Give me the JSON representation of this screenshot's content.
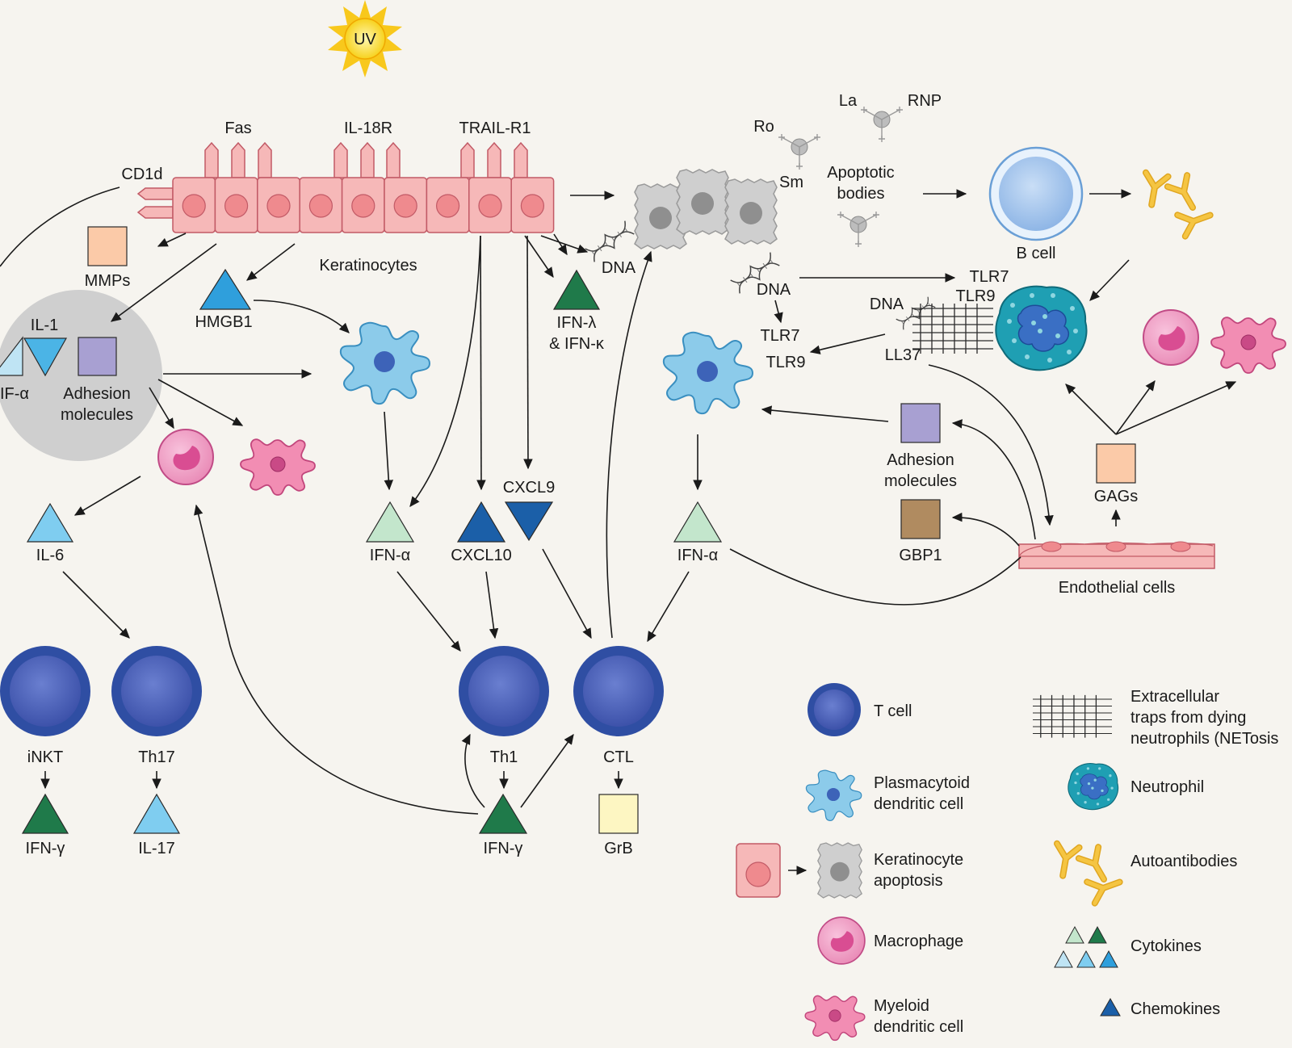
{
  "colors": {
    "background": "#f6f4ef",
    "keratinocyte_fill": "#f6b8b8",
    "keratinocyte_nucleus": "#ef8a8e",
    "apoptotic_fill": "#c9c9c9",
    "t_cell": "#3a56b0",
    "b_cell": "#a9c8ee",
    "pdc": "#86c7e6",
    "macrophage": "#ee8ab8",
    "myeloid_dc": "#ef7ea8",
    "neutrophil": "#1f9fb3",
    "ifn_alpha": "#bfe3c8",
    "ifn_gamma": "#1f7a4a",
    "cytokine_light_blue": "#7fcdf0",
    "il1": "#4bb4e6",
    "chemokine": "#1b5fa8",
    "adhesion": "#a8a0d2",
    "mmps": "#fbcaa8",
    "gbp1": "#b08b60",
    "grb": "#fdf6c2",
    "autoantibody": "#f2b735",
    "inflammation_zone": "#cfcfcf"
  },
  "labels": {
    "uv": "UV",
    "fas": "Fas",
    "il18r": "IL-18R",
    "trail_r1": "TRAIL-R1",
    "cd1d": "CD1d",
    "keratinocytes": "Keratinocytes",
    "mmps": "MMPs",
    "hmgb1": "HMGB1",
    "il1": "IL-1",
    "tnf_alpha": "IF-α",
    "adhesion_left": [
      "Adhesion",
      "molecules"
    ],
    "dna_top": "DNA",
    "ifn_lambda": [
      "IFN-λ",
      "& IFN-κ"
    ],
    "la": "La",
    "rnp": "RNP",
    "ro": "Ro",
    "sm": "Sm",
    "apoptotic_bodies": [
      "Apoptotic",
      "bodies"
    ],
    "b_cell": "B cell",
    "dna_mid": "DNA",
    "tlr7_a": "TLR7",
    "tlr9_a": "TLR9",
    "tlr7_b": "TLR7",
    "tlr9_b": "TLR9",
    "dna_net": "DNA",
    "ll37": "LL37",
    "adhesion_right": [
      "Adhesion",
      "molecules"
    ],
    "gbp1": "GBP1",
    "gags": "GAGs",
    "endothelial": "Endothelial cells",
    "ifn_alpha_mid": "IFN-α",
    "ifn_alpha_right": "IFN-α",
    "cxcl10": "CXCL10",
    "cxcl9": "CXCL9",
    "il6": "IL-6",
    "inkt": "iNKT",
    "th17": "Th17",
    "th1": "Th1",
    "ctl": "CTL",
    "ifn_gamma_left": "IFN-γ",
    "il17": "IL-17",
    "ifn_gamma_mid": "IFN-γ",
    "grb": "GrB"
  },
  "legend": {
    "t_cell": "T cell",
    "pdc": [
      "Plasmacytoid",
      "dendritic cell"
    ],
    "apoptosis": [
      "Keratinocyte",
      "apoptosis"
    ],
    "macrophage": "Macrophage",
    "mdc": [
      "Myeloid",
      "dendritic cell"
    ],
    "nets": [
      "Extracellular",
      "traps from dying",
      "neutrophils (NETosis"
    ],
    "neutrophil": "Neutrophil",
    "autoantibodies": "Autoantibodies",
    "cytokines": "Cytokines",
    "chemokines": "Chemokines"
  }
}
